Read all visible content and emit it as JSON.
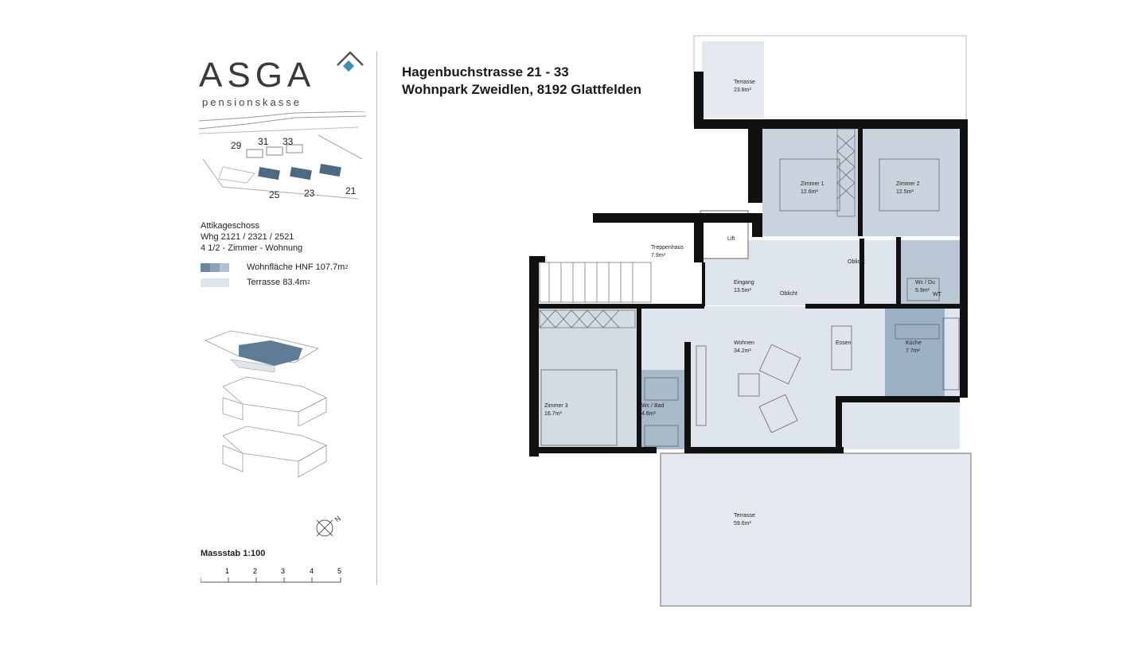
{
  "brand": {
    "name": "ASGA",
    "subtitle": "pensionskasse",
    "accent_color": "#3b8fb5"
  },
  "header": {
    "line1": "Hagenbuchstrasse 21 - 33",
    "line2": "Wohnpark Zweidlen, 8192 Glattfelden"
  },
  "siteplan": {
    "house_numbers_top": [
      "29",
      "31",
      "33"
    ],
    "house_numbers_bottom": [
      "25",
      "23",
      "21"
    ]
  },
  "unit": {
    "floor": "Attikageschoss",
    "apartments": "Whg 2121 / 2321 / 2521",
    "type": "4 1/2 - Zimmer - Wohnung"
  },
  "legend": [
    {
      "label": "Wohnfläche HNF 107.7m",
      "sup": "2",
      "color": "#8da2b8"
    },
    {
      "label": "Terrasse 83.4m",
      "sup": "2",
      "color": "#dfe5ec"
    }
  ],
  "scale": {
    "label": "Massstab 1:100",
    "ticks": [
      "1",
      "2",
      "3",
      "4",
      "5"
    ]
  },
  "compass": {
    "label": "N"
  },
  "rooms": [
    {
      "id": "terrasse-north",
      "name": "Terrasse",
      "area": "23.8m²"
    },
    {
      "id": "zimmer1",
      "name": "Zimmer 1",
      "area": "12.6m²"
    },
    {
      "id": "zimmer2",
      "name": "Zimmer 2",
      "area": "12.5m²"
    },
    {
      "id": "treppenhaus",
      "name": "Treppenhaus",
      "area": "7.9m²"
    },
    {
      "id": "lift",
      "name": "Lift",
      "area": ""
    },
    {
      "id": "eingang",
      "name": "Eingang",
      "area": "13.5m²"
    },
    {
      "id": "wcdu",
      "name": "Wc / Du",
      "area": "5.9m²"
    },
    {
      "id": "wohnen",
      "name": "Wohnen",
      "area": "34.2m²"
    },
    {
      "id": "essen",
      "name": "Essen",
      "area": ""
    },
    {
      "id": "kueche",
      "name": "Küche",
      "area": "7.7m²"
    },
    {
      "id": "zimmer3",
      "name": "Zimmer 3",
      "area": "16.7m²"
    },
    {
      "id": "wcbad",
      "name": "Wc / Bad",
      "area": "4.6m²"
    },
    {
      "id": "terrasse-south",
      "name": "Terrasse",
      "area": "59.6m²"
    }
  ],
  "misc_labels": {
    "oblicht1": "Oblicht",
    "oblicht2": "Oblicht",
    "wt": "WT"
  }
}
